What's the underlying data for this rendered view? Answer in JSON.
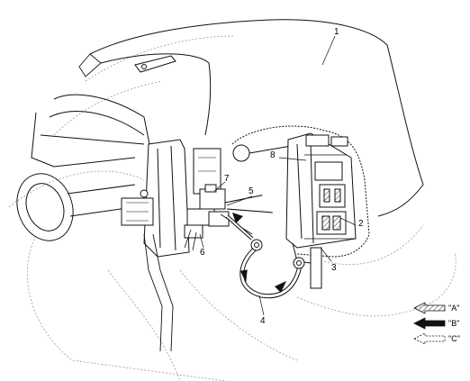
{
  "callouts": {
    "c1": "1",
    "c2": "2",
    "c3": "3",
    "c4": "4",
    "c5": "5",
    "c6": "6",
    "c7": "7",
    "c8": "8"
  },
  "legend": {
    "a": "\"A\"",
    "b": "\"B\"",
    "c": "\"C\""
  }
}
